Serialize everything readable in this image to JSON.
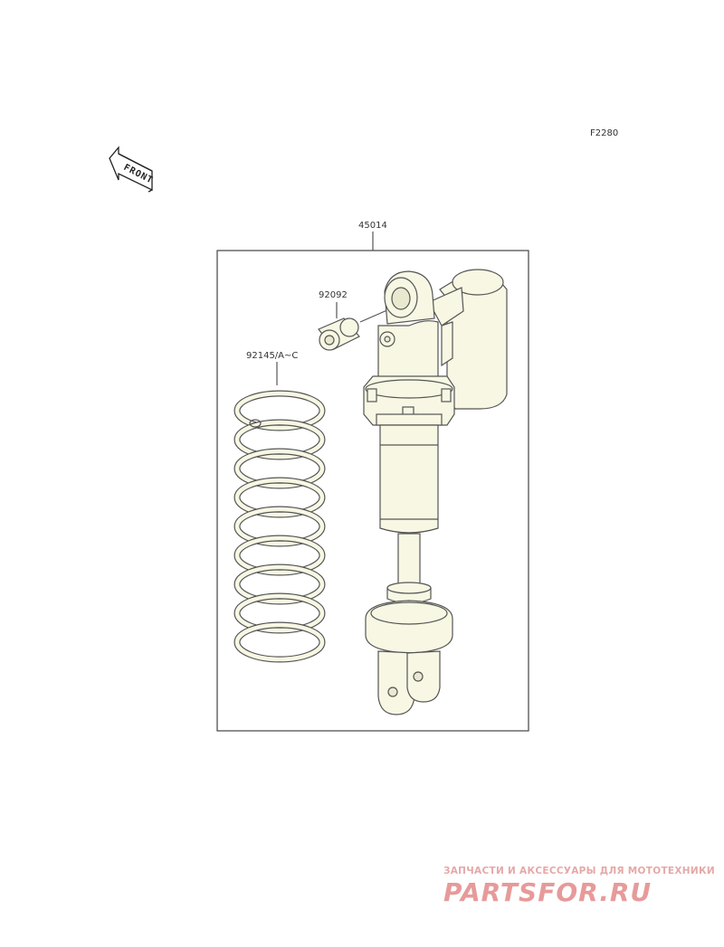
{
  "figure_code": "F2280",
  "front_label": "FRONT",
  "parts": {
    "shock_assembly": "45014",
    "bushing": "92092",
    "spring": "92145/A~C"
  },
  "watermark": {
    "tagline": "ЗАПЧАСТИ И АКСЕССУАРЫ ДЛЯ МОТОТЕХНИКИ",
    "logo": "PARTSFOR.RU"
  },
  "colors": {
    "part_fill": "#f7f7e4",
    "line": "#555555",
    "watermark": "#e79a9a"
  }
}
